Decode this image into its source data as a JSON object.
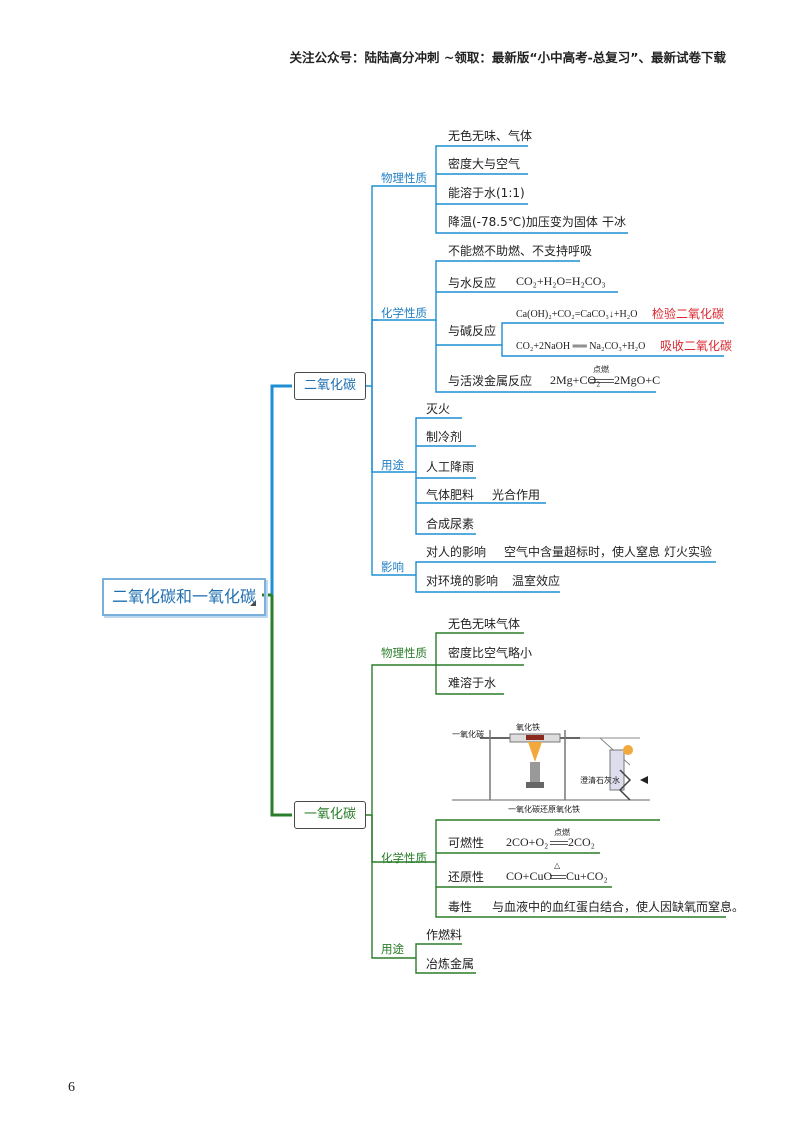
{
  "header": "关注公众号：陆陆高分冲刺  ~领取：最新版“小中高考-总复习”、最新试卷下载",
  "page_number": "6",
  "root": "二氧化碳和一氧化碳",
  "co2": {
    "title": "二氧化碳",
    "physical": {
      "label": "物理性质",
      "items": [
        "无色无味、气体",
        "密度大与空气",
        "能溶于水(1:1)",
        "降温(-78.5℃)加压变为固体"
      ],
      "dry_ice": "干冰"
    },
    "chemical": {
      "label": "化学性质",
      "no_burn": "不能燃不助燃、不支持呼吸",
      "water_label": "与水反应",
      "water_eq": "CO₂+H₂O=H₂CO₃",
      "base_label": "与碱反应",
      "base_eq1": "Ca(OH)₂+CO₂=CaCO₃↓+H₂O",
      "base_eq1_note": "检验二氧化碳",
      "base_eq2": "CO₂+2NaOH ══ Na₂CO₃+H₂O",
      "base_eq2_note": "吸收二氧化碳",
      "metal_label": "与活泼金属反应",
      "metal_eq_left": "2Mg+CO₂",
      "metal_eq_cond": "点燃",
      "metal_eq_right": "2MgO+C"
    },
    "use": {
      "label": "用途",
      "items": [
        "灭火",
        "制冷剂",
        "人工降雨",
        "气体肥料",
        "合成尿素"
      ],
      "photosynthesis": "光合作用"
    },
    "effect": {
      "label": "影响",
      "human": "对人的影响",
      "human_detail": "空气中含量超标时，使人窒息",
      "lamp": "灯火实验",
      "env": "对环境的影响",
      "env_detail": "温室效应"
    }
  },
  "co": {
    "title": "一氧化碳",
    "physical": {
      "label": "物理性质",
      "items": [
        "无色无味气体",
        "密度比空气略小",
        "难溶于水"
      ]
    },
    "figure": {
      "gas_label": "一氧化碳",
      "oxide_label": "氧化铁",
      "water_label": "澄清石灰水",
      "caption": "一氧化碳还原氧化铁"
    },
    "chemical": {
      "label": "化学性质",
      "flam_label": "可燃性",
      "flam_eq_left": "2CO+O₂",
      "flam_eq_cond": "点燃",
      "flam_eq_right": "2CO₂",
      "red_label": "还原性",
      "red_eq_left": "CO+CuO",
      "red_eq_cond": "△",
      "red_eq_right": "Cu+CO₂",
      "tox_label": "毒性",
      "tox_detail": "与血液中的血红蛋白结合，使人因缺氧而窒息。"
    },
    "use": {
      "label": "用途",
      "items": [
        "作燃料",
        "冶炼金属"
      ]
    }
  },
  "colors": {
    "blue": "#1f8fd3",
    "green": "#2a7d2a",
    "red": "#d9262f"
  }
}
